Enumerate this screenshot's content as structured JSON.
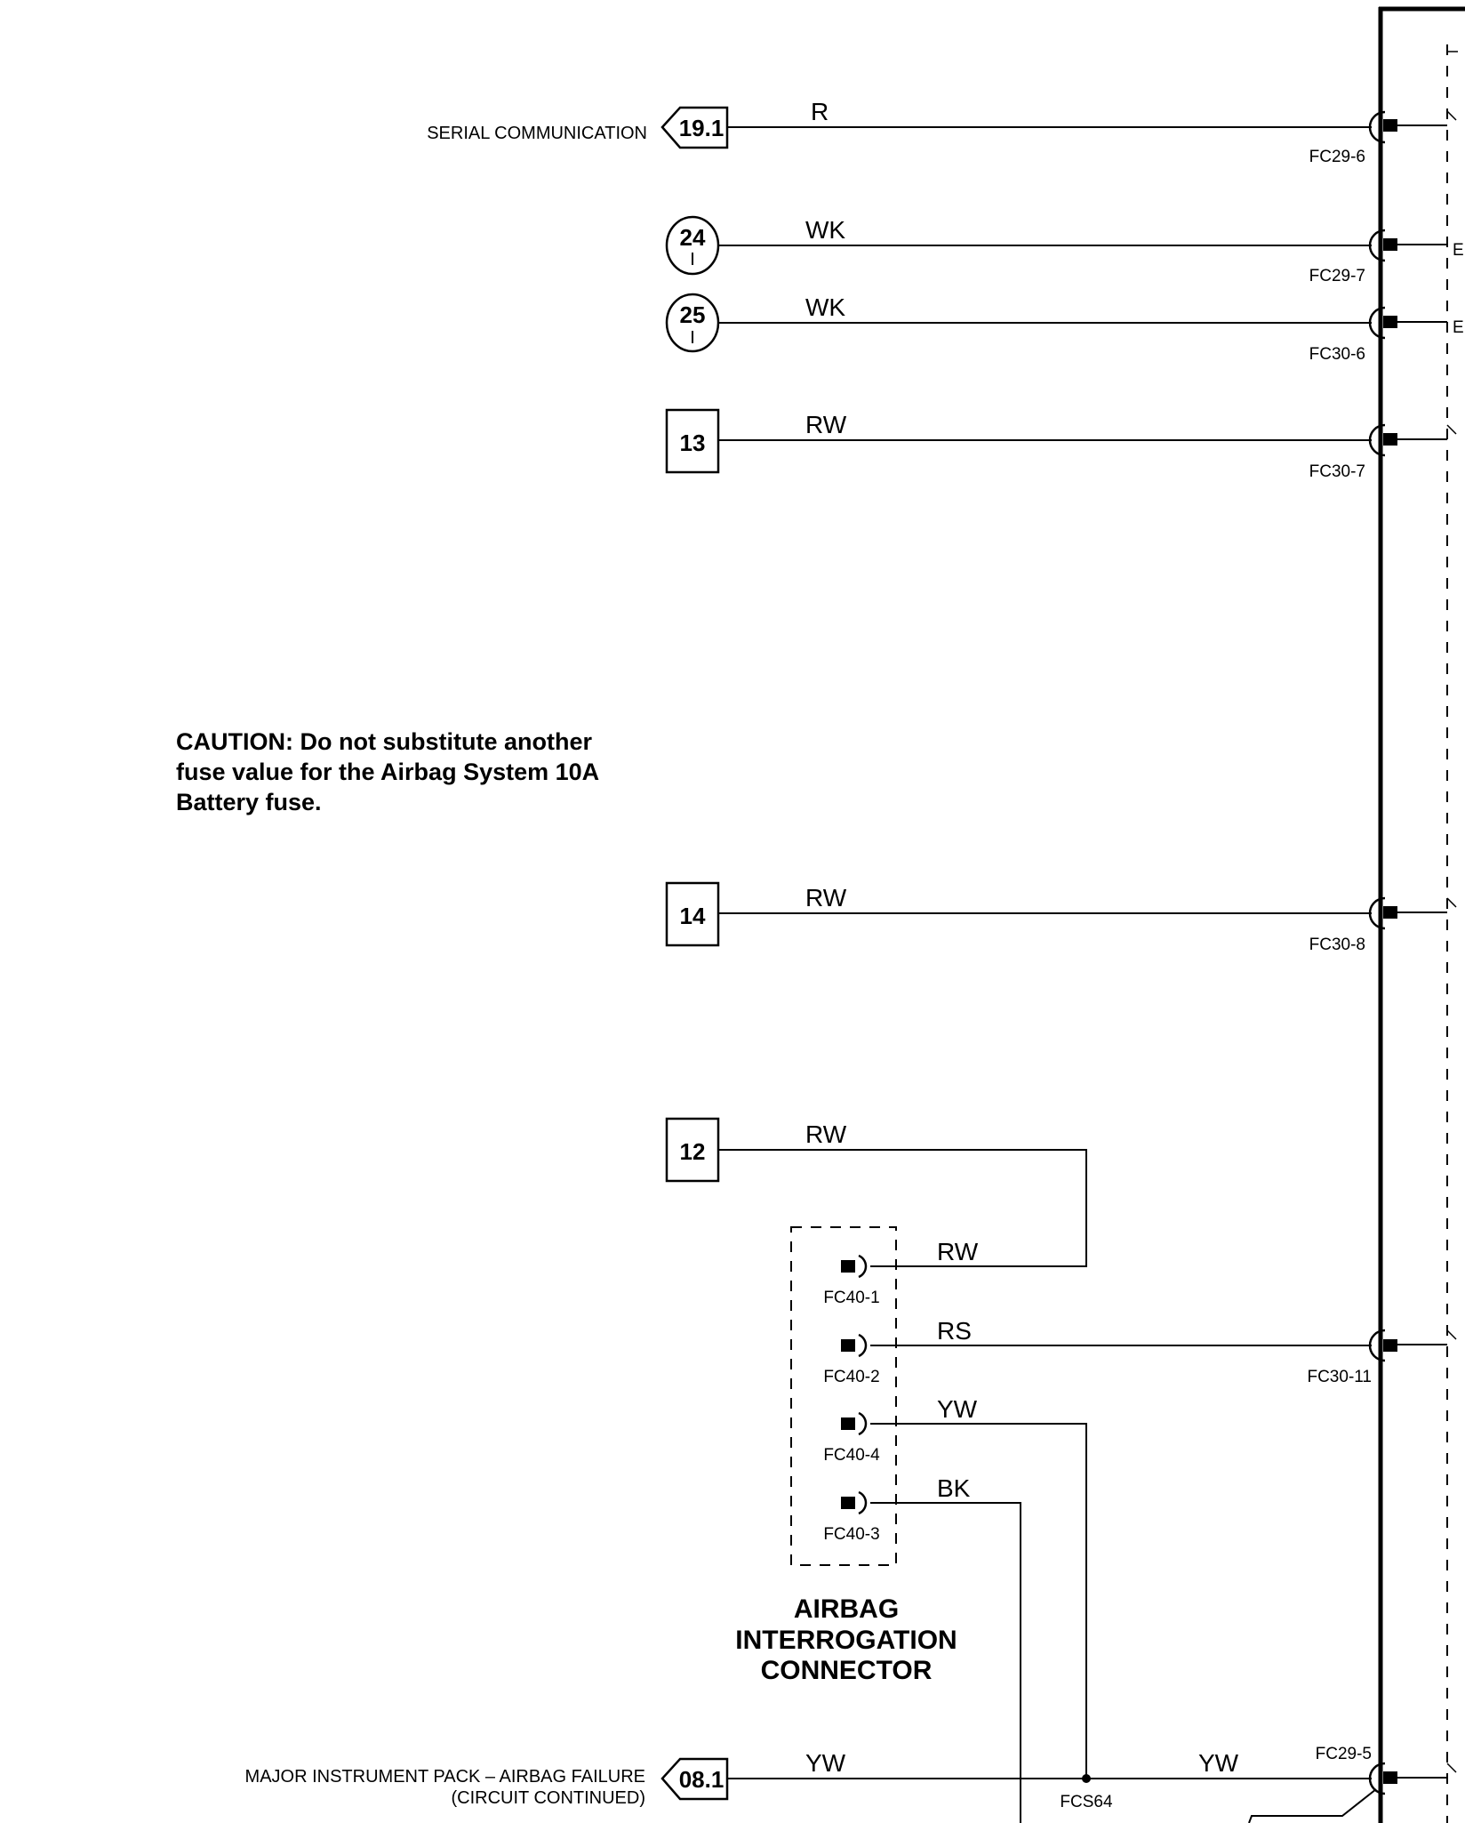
{
  "references": {
    "serial_comm": {
      "label": "SERIAL COMMUNICATION",
      "ref": "19.1"
    },
    "instrument_pack": {
      "label_line1": "MAJOR INSTRUMENT PACK – AIRBAG FAILURE",
      "label_line2": "(CIRCUIT CONTINUED)",
      "ref": "08.1"
    }
  },
  "circle_markers": [
    "24",
    "25"
  ],
  "fuse_boxes": [
    "13",
    "14",
    "12"
  ],
  "wires": {
    "r": "R",
    "wk1": "WK",
    "wk2": "WK",
    "rw13": "RW",
    "rw14": "RW",
    "rw12": "RW",
    "rw_fc40_1": "RW",
    "rs": "RS",
    "yw_fc40_4": "YW",
    "bk": "BK",
    "yw_left": "YW",
    "yw_right": "YW"
  },
  "connectors": {
    "fc29_6": "FC29-6",
    "fc29_7": "FC29-7",
    "fc30_6": "FC30-6",
    "fc30_7": "FC30-7",
    "fc30_8": "FC30-8",
    "fc30_11": "FC30-11",
    "fc29_5": "FC29-5",
    "fcs64": "FCS64",
    "fc40_1": "FC40-1",
    "fc40_2": "FC40-2",
    "fc40_4": "FC40-4",
    "fc40_3": "FC40-3"
  },
  "caution": {
    "line1": "CAUTION:  Do not substitute another",
    "line2": "fuse value for the Airbag System 10A",
    "line3": "Battery fuse."
  },
  "airbag_connector": {
    "line1": "AIRBAG",
    "line2": "INTERROGATION",
    "line3": "CONNECTOR"
  },
  "module_edge_glyph": "E"
}
